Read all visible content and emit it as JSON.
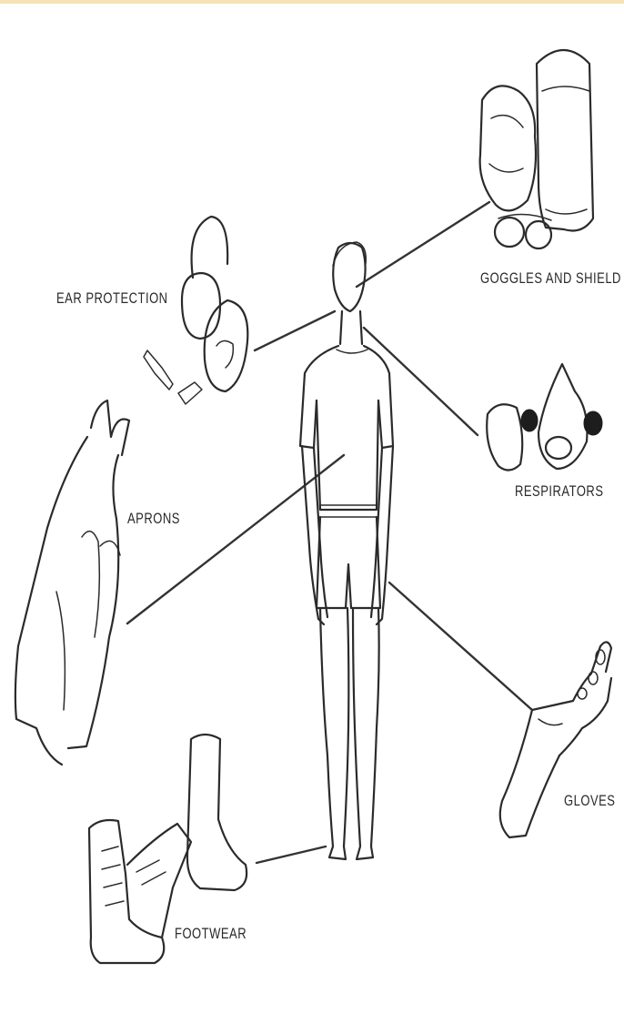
{
  "labels": {
    "goggles": "GOGGLES AND SHIELD",
    "ear": "EAR PROTECTION",
    "respirators": "RESPIRATORS",
    "aprons": "APRONS",
    "gloves": "GLOVES",
    "footwear": "FOOTWEAR"
  },
  "colors": {
    "background": "#ffffff",
    "ink": "#2b2b2b",
    "top_strip": "#f4e3b8"
  }
}
